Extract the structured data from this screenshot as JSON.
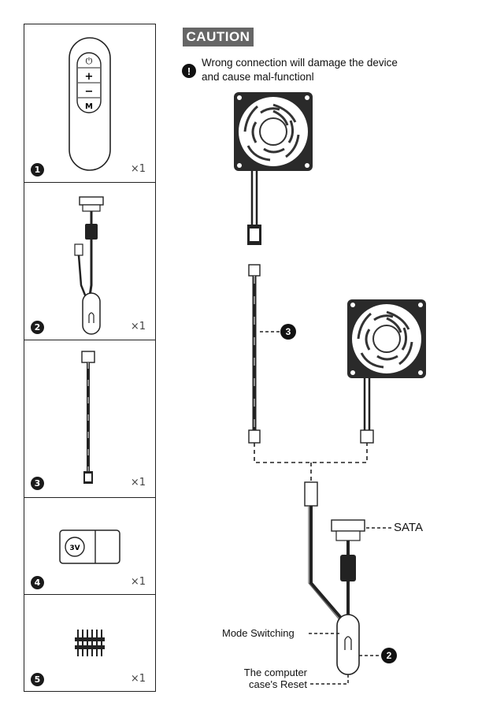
{
  "caution": {
    "badge": "CAUTION",
    "icon": "exclamation-icon",
    "line1": "Wrong connection will damage the device",
    "line2": "and cause mal-functionl"
  },
  "parts": [
    {
      "number": "1",
      "quantity": "×1",
      "icon": "remote-control-icon",
      "remote_buttons": [
        "⏻",
        "+",
        "−",
        "M"
      ]
    },
    {
      "number": "2",
      "quantity": "×1",
      "icon": "sata-controller-cable-icon"
    },
    {
      "number": "3",
      "quantity": "×1",
      "icon": "extension-cable-icon"
    },
    {
      "number": "4",
      "quantity": "×1",
      "icon": "battery-icon",
      "battery_label": "3V"
    },
    {
      "number": "5",
      "quantity": "×1",
      "icon": "pin-header-icon"
    }
  ],
  "diagram": {
    "extension_callout": "3",
    "controller_callout": "2",
    "sata_label": "SATA",
    "mode_label": "Mode Switching",
    "reset_line1": "The computer",
    "reset_line2": "case's Reset"
  }
}
